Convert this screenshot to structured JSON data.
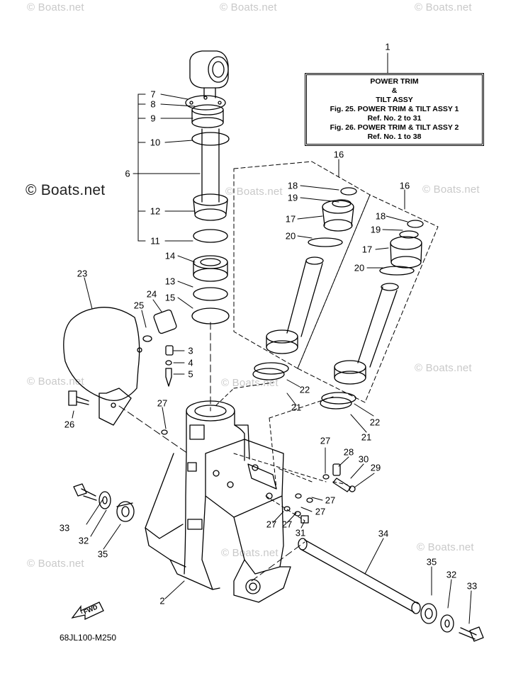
{
  "watermark": "© Boats.net",
  "info_box": {
    "title_line1": "POWER TRIM",
    "title_line2": "&",
    "title_line3": "TILT ASSY",
    "ref_line1": "Fig. 25. POWER TRIM & TILT ASSY 1",
    "ref_line2": "Ref. No. 2 to 31",
    "ref_line3": "Fig. 26. POWER TRIM & TILT ASSY 2",
    "ref_line4": "Ref. No. 1 to 38"
  },
  "fwd_label": "FWD",
  "diagram_code": "68JL100-M250",
  "callouts": [
    "1",
    "2",
    "3",
    "4",
    "5",
    "6",
    "7",
    "8",
    "9",
    "10",
    "11",
    "12",
    "13",
    "14",
    "15",
    "16",
    "16",
    "17",
    "17",
    "18",
    "18",
    "19",
    "19",
    "20",
    "20",
    "21",
    "21",
    "22",
    "22",
    "23",
    "24",
    "25",
    "26",
    "27",
    "27",
    "27",
    "27",
    "27",
    "27",
    "28",
    "29",
    "30",
    "31",
    "32",
    "32",
    "33",
    "33",
    "34",
    "35",
    "35"
  ]
}
